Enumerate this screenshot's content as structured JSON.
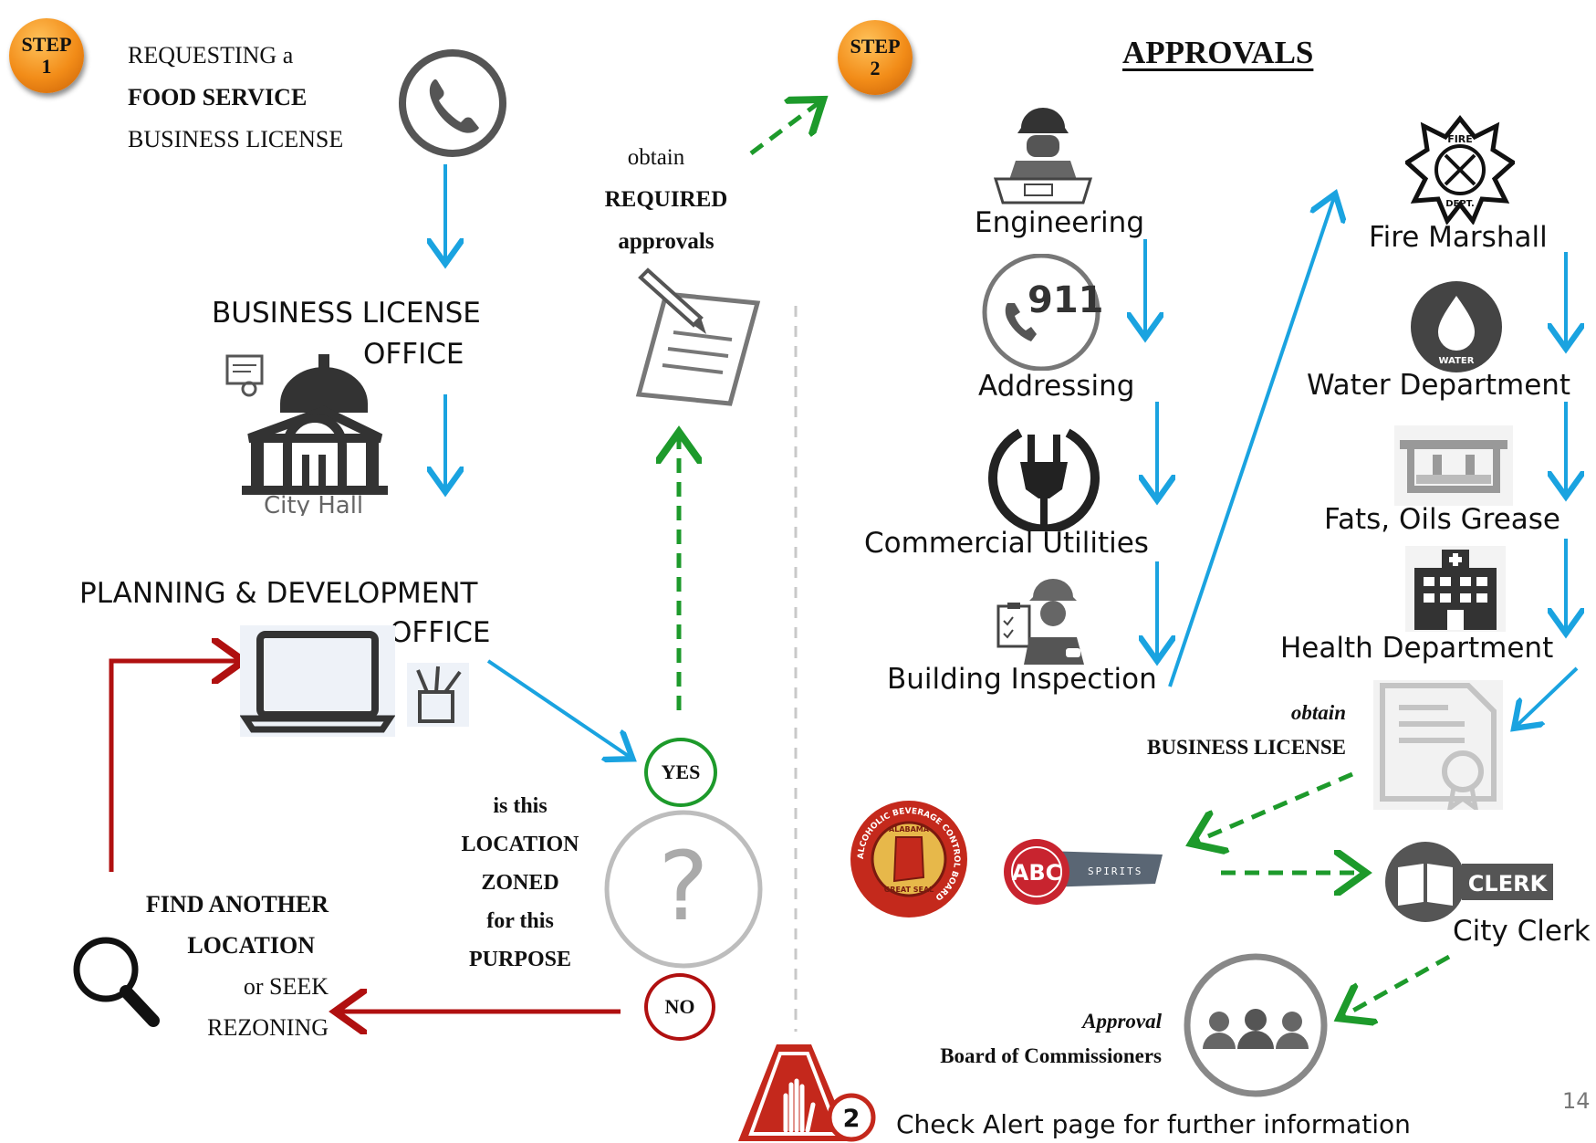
{
  "step1": {
    "label_top": "STEP",
    "label_num": "1"
  },
  "step2": {
    "label_top": "STEP",
    "label_num": "2"
  },
  "request": {
    "line1": "REQUESTING a",
    "line2": "FOOD SERVICE",
    "line3": "BUSINESS LICENSE"
  },
  "business_license_office": {
    "line1": "BUSINESS LICENSE",
    "line2": "OFFICE",
    "city_hall": "City Hall"
  },
  "planning": {
    "line1": "PLANNING  & DEVELOPMENT",
    "line2": "OFFICE"
  },
  "question": {
    "l1": "is this",
    "l2": "LOCATION",
    "l3": "ZONED",
    "l4": "for this",
    "l5": "PURPOSE"
  },
  "yes_label": "YES",
  "no_label": "NO",
  "find_another": {
    "l1": "FIND ANOTHER",
    "l2": "LOCATION",
    "l3": "or  SEEK",
    "l4": "REZONING"
  },
  "obtain_required": {
    "l1": "obtain",
    "l2": "REQUIRED",
    "l3": "approvals"
  },
  "approvals_title": "APPROVALS",
  "left_column": [
    "Engineering",
    "Addressing",
    "Commercial Utilities",
    "Building Inspection"
  ],
  "right_column": [
    "Fire Marshall",
    "Water Department",
    "Fats, Oils Grease",
    "Health Department"
  ],
  "icons": {
    "addressing_number": "911",
    "water_text": "WATER",
    "fire_text_top": "FIRE",
    "fire_text_bottom": "DEPT.",
    "abc_text": "ABC",
    "spirits_text": "SPIRITS",
    "clerk_text": "CLERK",
    "abc_seal_top": "ALCOHOLIC BEVERAGE CONTROL BOARD",
    "abc_seal_state": "ALABAMA",
    "abc_seal_bottom": "GREAT SEAL"
  },
  "obtain_license": {
    "l1": "obtain",
    "l2": "BUSINESS LICENSE"
  },
  "city_clerk": "City Clerk",
  "approval_board": {
    "l1": "Approval",
    "l2": "Board of Commissioners"
  },
  "alert": {
    "number": "2",
    "text": "Check Alert page for further information"
  },
  "page_number": "14",
  "colors": {
    "blue_arrow": "#1aa3e0",
    "green_arrow": "#1d9a2b",
    "red_arrow": "#b01010",
    "orange": "#f28c18"
  }
}
